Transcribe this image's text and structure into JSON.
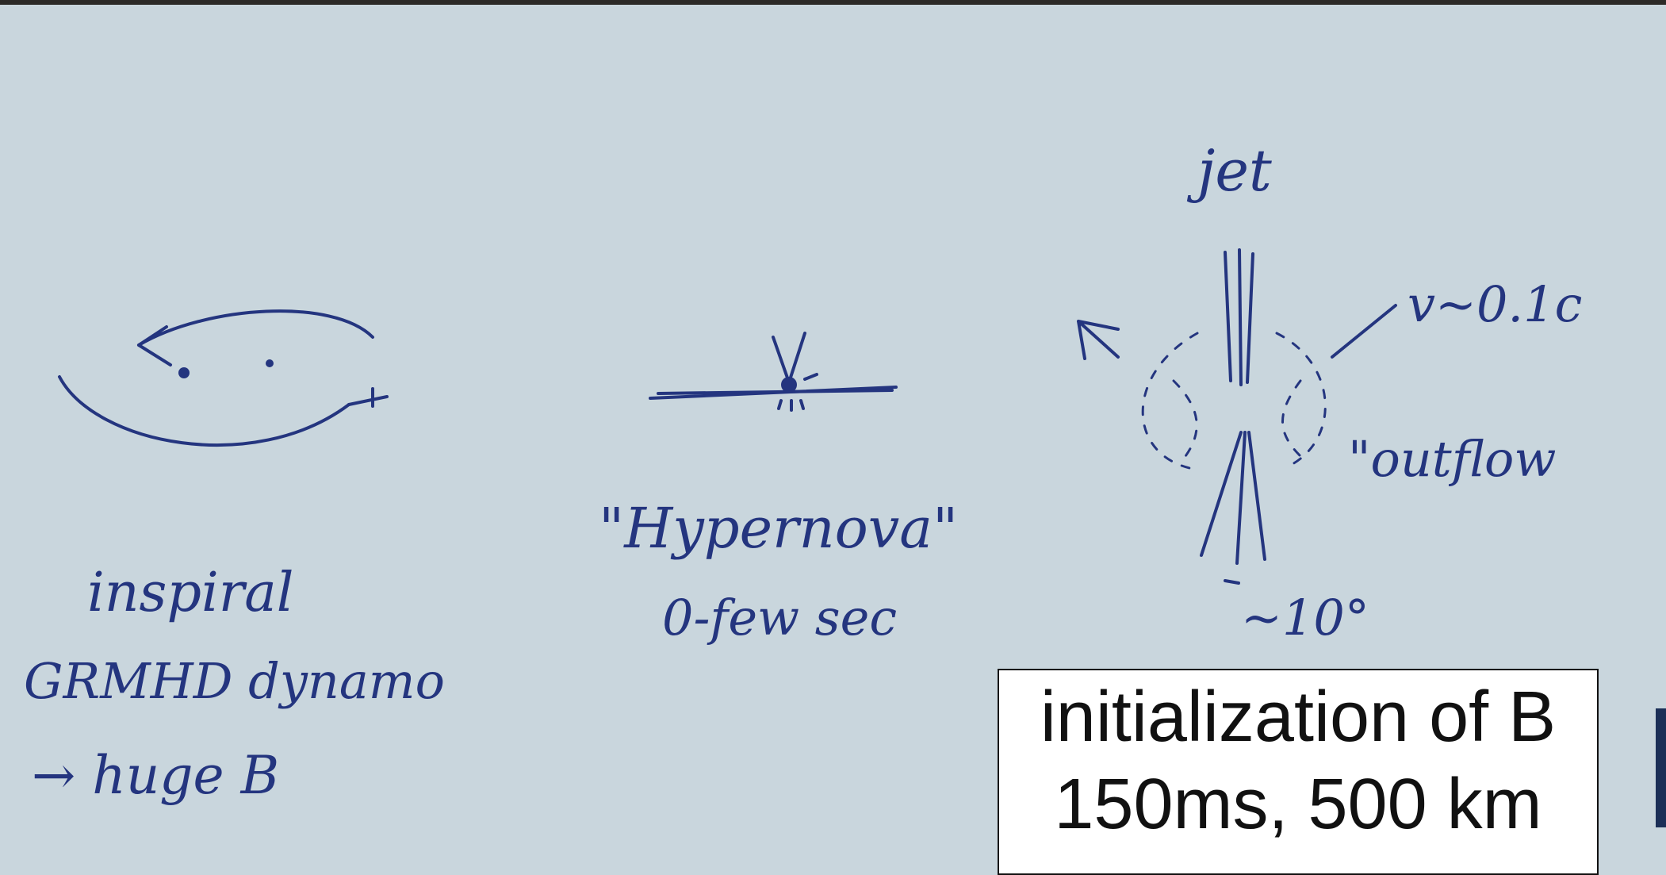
{
  "sketch": {
    "inspiral": {
      "line1": "inspiral",
      "line2": "GRMHD dynamo",
      "line3": "→ huge B"
    },
    "hypernova": {
      "line1": "\"Hypernova\"",
      "line2": "0-few sec"
    },
    "jet": {
      "label": "jet",
      "velocity": "v~0.1c",
      "outflow": "\"outflow",
      "angle": "~10°"
    }
  },
  "caption": {
    "line1": "initialization of B",
    "line2": "150ms, 500 km"
  },
  "colors": {
    "ink": "#24357f",
    "board": "#c9d6dd",
    "caption_bg": "#ffffff",
    "caption_text": "#111111"
  }
}
